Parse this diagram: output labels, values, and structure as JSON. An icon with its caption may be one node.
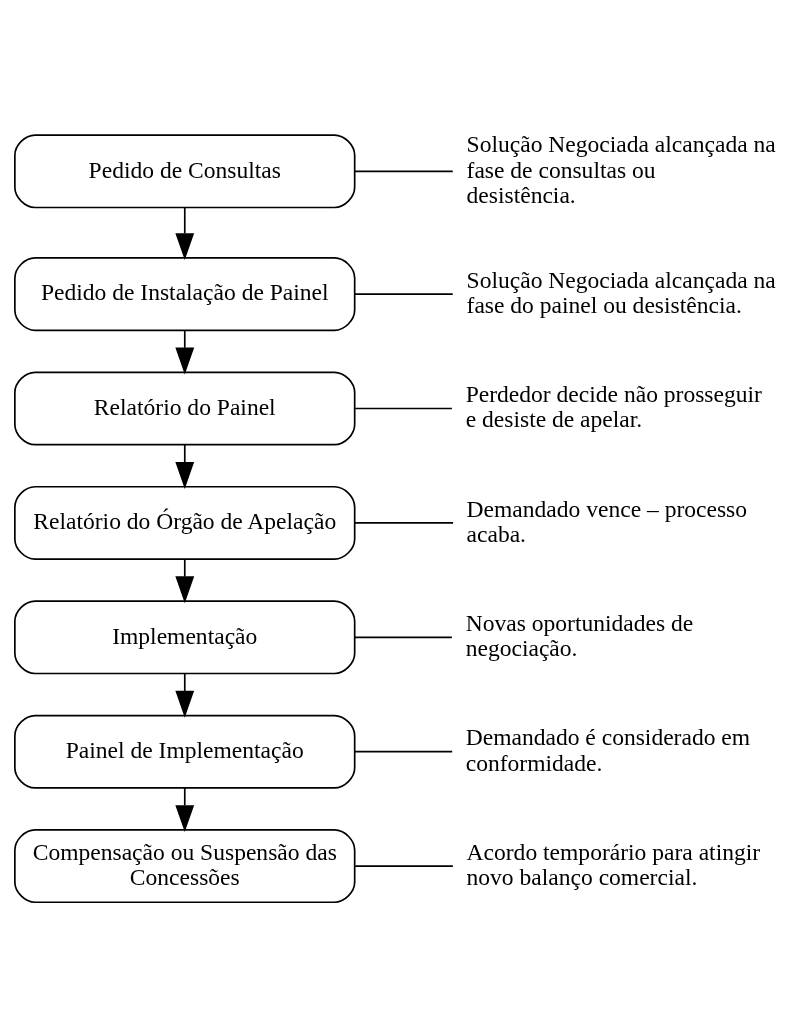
{
  "diagram": {
    "nodes": [
      {
        "text": [
          "Pedido de Consultas"
        ]
      },
      {
        "text": [
          "Solução Negociada alcançada na fase de consultas ou desistência."
        ]
      },
      {
        "text": [
          "Pedido de Instalação de Painel"
        ]
      },
      {
        "text": [
          "Solução Negociada alcançada na fase do painel ou desistência."
        ]
      },
      {
        "text": [
          "Relatório do Painel"
        ]
      },
      {
        "text": [
          "Perdedor decide não prosseguir e desiste de apelar."
        ]
      },
      {
        "text": [
          "Relatório do Órgão de Apelação"
        ]
      },
      {
        "text": [
          "Demandado vence – processo acaba."
        ]
      },
      {
        "text": [
          "Implementação"
        ]
      },
      {
        "text": [
          "Novas oportunidades de negociação."
        ]
      },
      {
        "text": [
          "Painel de Implementação"
        ]
      },
      {
        "text": [
          "Demandado é considerado em conformidade."
        ]
      },
      {
        "text": [
          "Compensação ou Suspensão das Concessões"
        ]
      },
      {
        "text": [
          "Acordo temporário para atingir novo balanço comercial."
        ]
      }
    ],
    "edges": [
      {
        "from": 0,
        "to": 2,
        "arrow": "to"
      },
      {
        "from": 0,
        "to": 1,
        "arrow": "none"
      },
      {
        "from": 2,
        "to": 4,
        "arrow": "to"
      },
      {
        "from": 2,
        "to": 3,
        "arrow": "none"
      },
      {
        "from": 4,
        "to": 6,
        "arrow": "to"
      },
      {
        "from": 4,
        "to": 5,
        "arrow": "none"
      },
      {
        "from": 6,
        "to": 8,
        "arrow": "to"
      },
      {
        "from": 6,
        "to": 7,
        "arrow": "none"
      },
      {
        "from": 8,
        "to": 10,
        "arrow": "to"
      },
      {
        "from": 8,
        "to": 9,
        "arrow": "none"
      },
      {
        "from": 10,
        "to": 12,
        "arrow": "to"
      },
      {
        "from": 10,
        "to": 11,
        "arrow": "none"
      },
      {
        "from": 12,
        "to": 13,
        "arrow": "none"
      }
    ]
  }
}
